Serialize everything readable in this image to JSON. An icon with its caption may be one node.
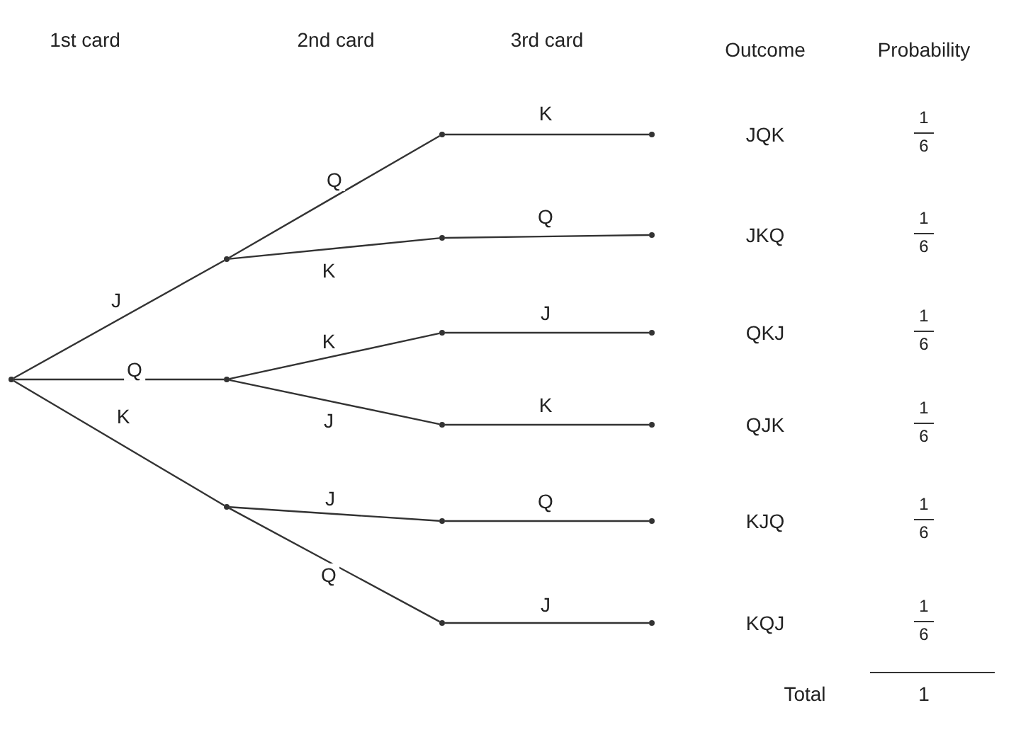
{
  "diagram": {
    "nodes": [
      {
        "text": [],
        "shape": "point"
      },
      {
        "text": [],
        "shape": "point"
      },
      {
        "text": [],
        "shape": "point"
      },
      {
        "text": [],
        "shape": "point"
      },
      {
        "text": [],
        "shape": "point"
      },
      {
        "text": [],
        "shape": "point"
      },
      {
        "text": [],
        "shape": "point"
      },
      {
        "text": [],
        "shape": "point"
      },
      {
        "text": [],
        "shape": "point"
      },
      {
        "text": [],
        "shape": "point"
      },
      {
        "text": [],
        "shape": "point"
      },
      {
        "text": [],
        "shape": "point"
      },
      {
        "text": [],
        "shape": "point"
      },
      {
        "text": [],
        "shape": "point"
      },
      {
        "text": [],
        "shape": "point"
      },
      {
        "text": [],
        "shape": "point"
      }
    ],
    "edges": [
      {
        "from": 0,
        "to": 1,
        "arrow": "none",
        "label": "J"
      },
      {
        "from": 0,
        "to": 2,
        "arrow": "none",
        "label": "Q"
      },
      {
        "from": 0,
        "to": 3,
        "arrow": "none",
        "label": "K"
      },
      {
        "from": 1,
        "to": 4,
        "arrow": "none",
        "label": "Q"
      },
      {
        "from": 1,
        "to": 5,
        "arrow": "none",
        "label": "K"
      },
      {
        "from": 2,
        "to": 6,
        "arrow": "none",
        "label": "K"
      },
      {
        "from": 2,
        "to": 7,
        "arrow": "none",
        "label": "J"
      },
      {
        "from": 3,
        "to": 8,
        "arrow": "none",
        "label": "J"
      },
      {
        "from": 3,
        "to": 9,
        "arrow": "none",
        "label": "Q"
      },
      {
        "from": 4,
        "to": 10,
        "arrow": "none",
        "label": "K"
      },
      {
        "from": 5,
        "to": 11,
        "arrow": "none",
        "label": "Q"
      },
      {
        "from": 6,
        "to": 12,
        "arrow": "none",
        "label": "J"
      },
      {
        "from": 7,
        "to": 13,
        "arrow": "none",
        "label": "K"
      },
      {
        "from": 8,
        "to": 14,
        "arrow": "none",
        "label": "Q"
      },
      {
        "from": 9,
        "to": 15,
        "arrow": "none",
        "label": "J"
      }
    ],
    "labels": [
      "1st card",
      "2nd card",
      "3rd card",
      "Outcome",
      "Probability",
      "JQK",
      "1",
      "6",
      "JKQ",
      "1",
      "6",
      "QKJ",
      "1",
      "6",
      "QJK",
      "1",
      "6",
      "KJQ",
      "1",
      "6",
      "KQJ",
      "1",
      "6",
      "Total",
      "1"
    ]
  }
}
